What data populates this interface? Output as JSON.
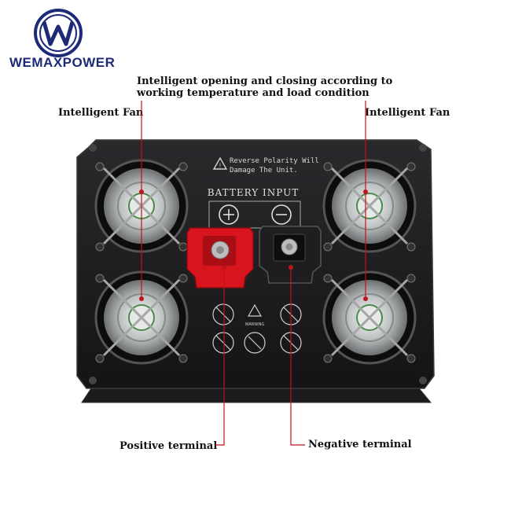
{
  "brand": {
    "name": "WEMAXPOWER",
    "logo_color": "#1c2a78"
  },
  "annotations": {
    "top_line1": "Intelligent opening and closing according to",
    "top_line2": "working temperature and load condition",
    "fan_left": "Intelligent Fan",
    "fan_right": "Intelligent Fan",
    "positive": "Positive terminal",
    "negative": "Negative terminal",
    "line_color": "#c0141c"
  },
  "panel": {
    "warning_line1": "Reverse Polarity Will",
    "warning_line2": "Damage The Unit.",
    "battery_label": "BATTERY INPUT",
    "warning_small": "WARNING",
    "body_color": "#1a1a1c",
    "positive_cap_color": "#d8141c",
    "negative_cap_color": "#1e1e20"
  }
}
